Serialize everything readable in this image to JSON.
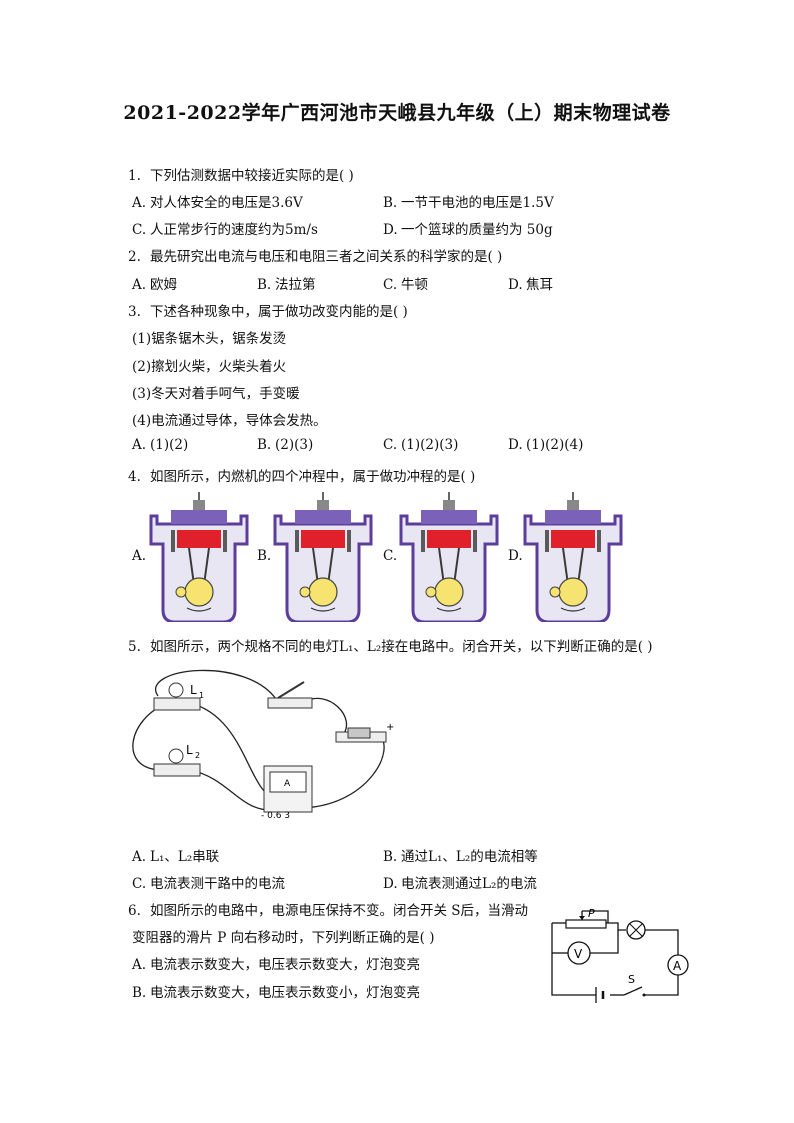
{
  "title": "2021-2022学年广西河池市天峨县九年级（上）期末物理试卷",
  "questions": [
    {
      "num": "1.",
      "text": "下列估测数据中较接近实际的是(    )",
      "options": [
        {
          "letter": "A.",
          "text": "对人体安全的电压是3.6V"
        },
        {
          "letter": "B.",
          "text": "一节干电池的电压是1.5V"
        },
        {
          "letter": "C.",
          "text": "人正常步行的速度约为5m/s"
        },
        {
          "letter": "D.",
          "text": "一个篮球的质量约为 50g"
        }
      ]
    },
    {
      "num": "2.",
      "text": "最先研究出电流与电压和电阻三者之间关系的科学家的是(    )",
      "options": [
        {
          "letter": "A.",
          "text": "欧姆"
        },
        {
          "letter": "B.",
          "text": "法拉第"
        },
        {
          "letter": "C.",
          "text": "牛顿"
        },
        {
          "letter": "D.",
          "text": "焦耳"
        }
      ]
    },
    {
      "num": "3.",
      "text": "下述各种现象中，属于做功改变内能的是(    )",
      "items": [
        "(1)锯条锯木头，锯条发烫",
        "(2)擦划火柴，火柴头着火",
        "(3)冬天对着手呵气，手变暖",
        "(4)电流通过导体，导体会发热。"
      ],
      "options": [
        {
          "letter": "A.",
          "text": "(1)(2)"
        },
        {
          "letter": "B.",
          "text": "(2)(3)"
        },
        {
          "letter": "C.",
          "text": "(1)(2)(3)"
        },
        {
          "letter": "D.",
          "text": "(1)(2)(4)"
        }
      ]
    },
    {
      "num": "4.",
      "text": "如图所示，内燃机的四个冲程中，属于做功冲程的是(    )",
      "options": [
        {
          "letter": "A."
        },
        {
          "letter": "B."
        },
        {
          "letter": "C."
        },
        {
          "letter": "D."
        }
      ]
    },
    {
      "num": "5.",
      "text": "如图所示，两个规格不同的电灯L₁、L₂接在电路中。闭合开关，以下判断正确的是(    )",
      "figure_labels": {
        "l1": "L",
        "l1_sub": "1",
        "l2": "L",
        "l2_sub": "2",
        "meter": "A",
        "terminals": "- 0.6  3",
        "plus": "+"
      },
      "options": [
        {
          "letter": "A.",
          "text": "L₁、L₂串联"
        },
        {
          "letter": "B.",
          "text": "通过L₁、L₂的电流相等"
        },
        {
          "letter": "C.",
          "text": "电流表测干路中的电流"
        },
        {
          "letter": "D.",
          "text": "电流表测通过L₂的电流"
        }
      ]
    },
    {
      "num": "6.",
      "text_line1": "如图所示的电路中，电源电压保持不变。闭合开关 S后，当滑动",
      "text_line2": "变阻器的滑片 P 向右移动时，下列判断正确的是(    )",
      "figure_labels": {
        "p": "P",
        "v": "V",
        "a": "A",
        "s": "S"
      },
      "options": [
        {
          "letter": "A.",
          "text": "电流表示数变大，电压表示数变大，灯泡变亮"
        },
        {
          "letter": "B.",
          "text": "电流表示数变大，电压表示数变小，灯泡变亮"
        }
      ]
    }
  ]
}
